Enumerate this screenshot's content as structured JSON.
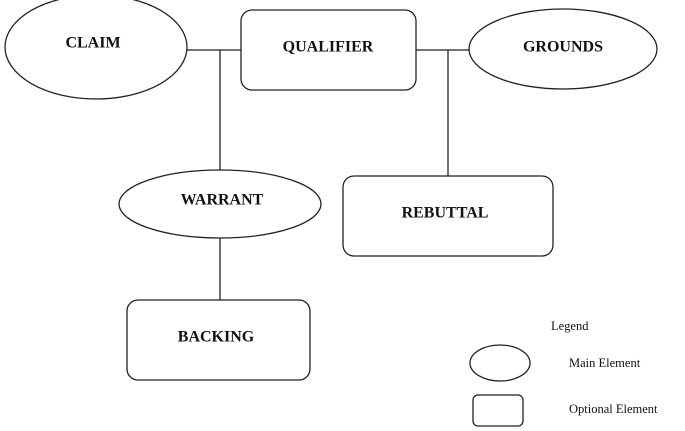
{
  "diagram": {
    "nodes": {
      "claim": "CLAIM",
      "qualifier": "QUALIFIER",
      "grounds": "GROUNDS",
      "warrant": "WARRANT",
      "rebuttal": "REBUTTAL",
      "backing": "BACKING"
    },
    "node_types": {
      "claim": "main element",
      "qualifier": "optional element",
      "grounds": "main element",
      "warrant": "main element",
      "rebuttal": "optional element",
      "backing": "optional element"
    },
    "connections": [
      [
        "claim",
        "qualifier"
      ],
      [
        "qualifier",
        "grounds"
      ],
      [
        "claim",
        "warrant"
      ],
      [
        "grounds",
        "rebuttal"
      ],
      [
        "warrant",
        "backing"
      ]
    ]
  },
  "legend": {
    "title": "Legend",
    "main_element": "Main Element",
    "optional_element": "Optional Element"
  }
}
